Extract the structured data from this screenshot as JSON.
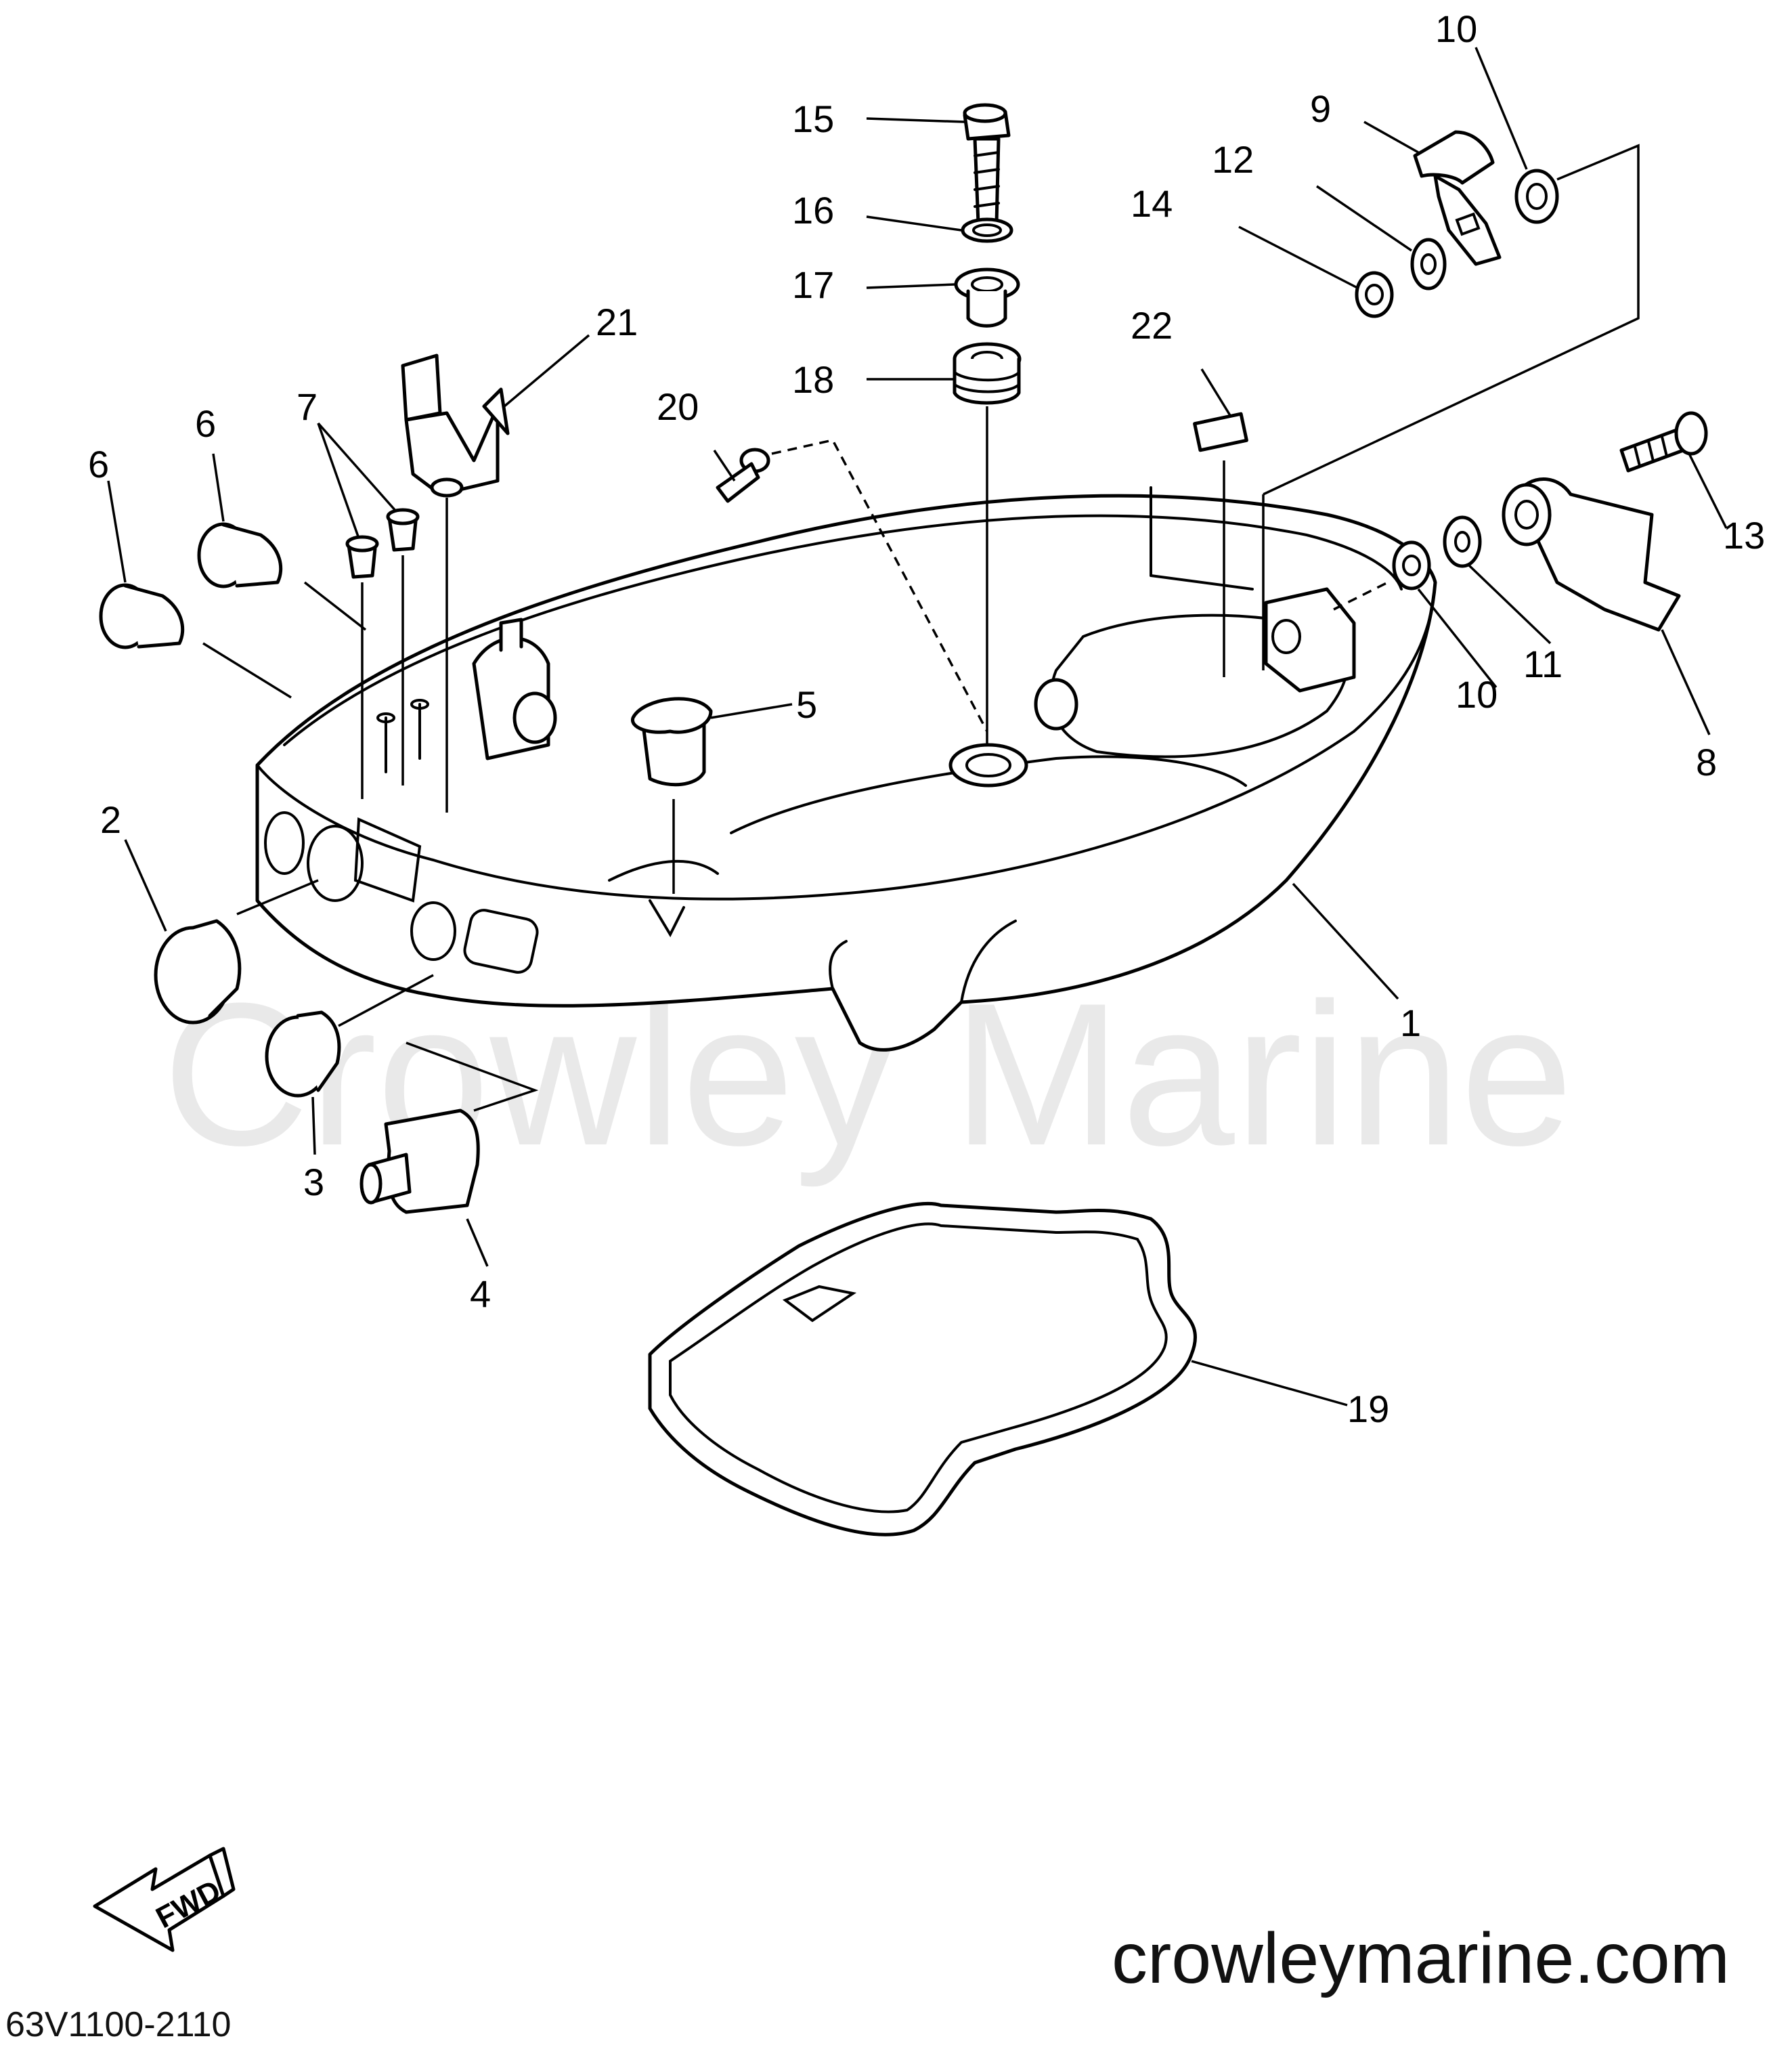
{
  "watermark": "Crowley Marine",
  "footer": {
    "website": "crowleymarine.com",
    "diagram_code": "63V1100-2110",
    "fwd_label": "FWD"
  },
  "callouts": [
    {
      "key": "c1",
      "label": "1"
    },
    {
      "key": "c2",
      "label": "2"
    },
    {
      "key": "c3",
      "label": "3"
    },
    {
      "key": "c4",
      "label": "4"
    },
    {
      "key": "c5",
      "label": "5"
    },
    {
      "key": "c6a",
      "label": "6"
    },
    {
      "key": "c6b",
      "label": "6"
    },
    {
      "key": "c7",
      "label": "7"
    },
    {
      "key": "c8",
      "label": "8"
    },
    {
      "key": "c9",
      "label": "9"
    },
    {
      "key": "c10a",
      "label": "10"
    },
    {
      "key": "c10b",
      "label": "10"
    },
    {
      "key": "c11",
      "label": "11"
    },
    {
      "key": "c12",
      "label": "12"
    },
    {
      "key": "c13",
      "label": "13"
    },
    {
      "key": "c14",
      "label": "14"
    },
    {
      "key": "c15",
      "label": "15"
    },
    {
      "key": "c16",
      "label": "16"
    },
    {
      "key": "c17",
      "label": "17"
    },
    {
      "key": "c18",
      "label": "18"
    },
    {
      "key": "c19",
      "label": "19"
    },
    {
      "key": "c20",
      "label": "20"
    },
    {
      "key": "c21",
      "label": "21"
    },
    {
      "key": "c22",
      "label": "22"
    }
  ]
}
